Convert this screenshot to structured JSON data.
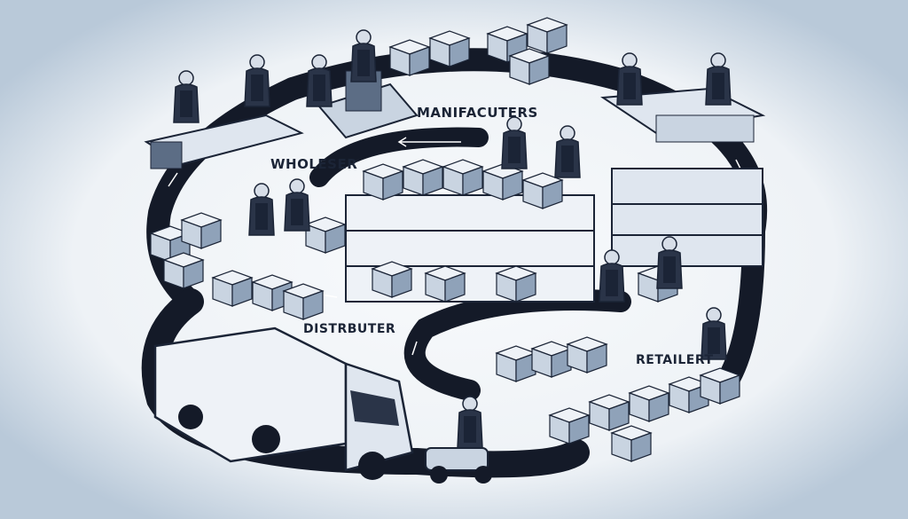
{
  "labels": {
    "manufacturers": "MANIFACUTERS",
    "wholesaler": "WHOLESER",
    "distributor": "DISTRBUTER",
    "retailer": "RETAILERT"
  },
  "colors": {
    "background": "#b9c9d9",
    "vignette": "#f4f7fa",
    "road": "#141a28",
    "ink": "#1b2436",
    "box": "#dfe6ef",
    "box_shade": "#8fa2b9"
  }
}
